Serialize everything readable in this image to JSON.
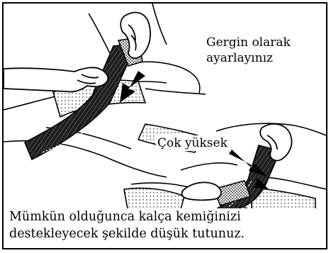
{
  "labels": {
    "tension_line1": "Gergin olarak",
    "tension_line2": "ayarlayınız",
    "too_high": "Çok yüksek"
  },
  "caption": {
    "line1": "Mümkün olduğunca kalça kemiğinizi",
    "line2": "destekleyecek şekilde düşük tutunuz."
  },
  "colors": {
    "ink": "#000000",
    "paper": "#ffffff",
    "belt_fill": "#2a2a2a"
  },
  "icons": [
    "arrow-down-icon",
    "warning-arrow-icon"
  ]
}
